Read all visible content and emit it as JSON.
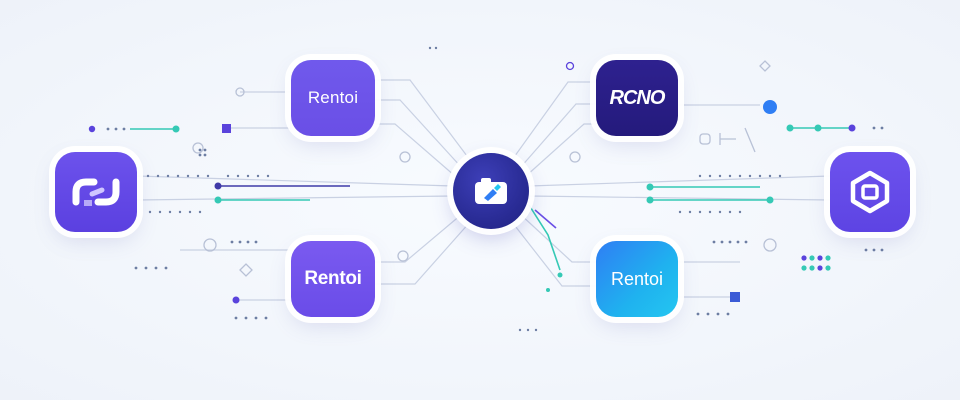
{
  "diagram": {
    "nodes": {
      "top_left": {
        "label": "Rentoi",
        "icon": "text-tile"
      },
      "bottom_left": {
        "label": "Rentoi",
        "icon": "text-tile"
      },
      "top_right": {
        "label": "RCNO",
        "icon": "logo-tile"
      },
      "bottom_right": {
        "label": "Rentoi",
        "icon": "text-tile"
      },
      "left": {
        "label": "",
        "icon": "link-chain-icon"
      },
      "right": {
        "label": "",
        "icon": "hexagon-icon"
      }
    },
    "hub": {
      "icon": "camera-tile-icon"
    },
    "colors": {
      "background": "#f3f6fb",
      "purple": "#6a4fe6",
      "navy": "#241a7c",
      "blue": "#2f7ef4",
      "cyan": "#24c6f0",
      "teal": "#35c9b5",
      "line": "#c9d1e3"
    }
  }
}
